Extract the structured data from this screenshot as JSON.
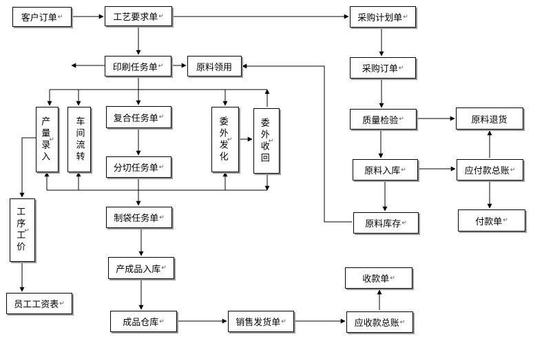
{
  "diagram": {
    "nodes": [
      {
        "id": "customer_order",
        "label": "客户订单",
        "mark": "↵"
      },
      {
        "id": "process_req",
        "label": "工艺要求单",
        "mark": "↵"
      },
      {
        "id": "purchase_plan",
        "label": "采购计划单",
        "mark": "↵"
      },
      {
        "id": "purchase_order",
        "label": "采购订单",
        "mark": "↵"
      },
      {
        "id": "print_task",
        "label": "印刷任务单",
        "mark": "↵"
      },
      {
        "id": "material_use",
        "label": "原料领用",
        "mark": ""
      },
      {
        "id": "output_entry",
        "label": "产量录入",
        "mark": "↵"
      },
      {
        "id": "workshop_transfer",
        "label": "车间流转",
        "mark": ""
      },
      {
        "id": "composite_task",
        "label": "复合任务单",
        "mark": "↵"
      },
      {
        "id": "outsource_send",
        "label": "委外发化",
        "mark": "↵"
      },
      {
        "id": "outsource_recv",
        "label": "委外收回",
        "mark": "↵"
      },
      {
        "id": "quality_check",
        "label": "质量检验",
        "mark": "↵"
      },
      {
        "id": "material_return",
        "label": "原料退货",
        "mark": ""
      },
      {
        "id": "slitting_task",
        "label": "分切任务单",
        "mark": "↵"
      },
      {
        "id": "material_in",
        "label": "原料入库",
        "mark": "↵"
      },
      {
        "id": "payables",
        "label": "应付款总账",
        "mark": "↵"
      },
      {
        "id": "piece_wage",
        "label": "工序工价",
        "mark": "↵"
      },
      {
        "id": "bag_task",
        "label": "制袋任务单",
        "mark": "↵"
      },
      {
        "id": "material_stock",
        "label": "原料库存",
        "mark": "↵"
      },
      {
        "id": "payment_voucher",
        "label": "付款单",
        "mark": "↵"
      },
      {
        "id": "product_in",
        "label": "产成品入库",
        "mark": "↵"
      },
      {
        "id": "receipt_voucher",
        "label": "收款单",
        "mark": "↵"
      },
      {
        "id": "payroll",
        "label": "员工工资表",
        "mark": "↵"
      },
      {
        "id": "finished_store",
        "label": "成品仓库",
        "mark": "↵"
      },
      {
        "id": "sales_delivery",
        "label": "销售发货单",
        "mark": "↵"
      },
      {
        "id": "receivables",
        "label": "应收款总账",
        "mark": "↵"
      }
    ],
    "edges": [
      {
        "from": "customer_order",
        "to": "process_req"
      },
      {
        "from": "process_req",
        "to": "purchase_plan"
      },
      {
        "from": "process_req",
        "to": "print_task"
      },
      {
        "from": "purchase_plan",
        "to": "purchase_order"
      },
      {
        "from": "purchase_order",
        "to": "quality_check"
      },
      {
        "from": "print_task",
        "to": "material_use"
      },
      {
        "from": "print_task",
        "to": "composite_task"
      },
      {
        "from": "print_task",
        "to": "output_entry"
      },
      {
        "from": "print_task",
        "to": "workshop_transfer"
      },
      {
        "from": "print_task",
        "to": "outsource_send"
      },
      {
        "from": "outsource_send",
        "to": "outsource_recv"
      },
      {
        "from": "outsource_recv",
        "to": "print_task"
      },
      {
        "from": "composite_task",
        "to": "slitting_task"
      },
      {
        "from": "slitting_task",
        "to": "bag_task"
      },
      {
        "from": "slitting_task",
        "to": "output_entry"
      },
      {
        "from": "slitting_task",
        "to": "workshop_transfer"
      },
      {
        "from": "slitting_task",
        "to": "outsource_send"
      },
      {
        "from": "outsource_recv",
        "to": "slitting_task"
      },
      {
        "from": "output_entry",
        "to": "piece_wage"
      },
      {
        "from": "piece_wage",
        "to": "payroll"
      },
      {
        "from": "bag_task",
        "to": "product_in"
      },
      {
        "from": "product_in",
        "to": "finished_store"
      },
      {
        "from": "finished_store",
        "to": "sales_delivery"
      },
      {
        "from": "sales_delivery",
        "to": "receivables"
      },
      {
        "from": "receivables",
        "to": "receipt_voucher"
      },
      {
        "from": "quality_check",
        "to": "material_return"
      },
      {
        "from": "quality_check",
        "to": "material_in"
      },
      {
        "from": "material_in",
        "to": "payables"
      },
      {
        "from": "payables",
        "to": "material_return"
      },
      {
        "from": "payables",
        "to": "payment_voucher"
      },
      {
        "from": "material_in",
        "to": "material_stock"
      },
      {
        "from": "material_stock",
        "to": "material_use"
      }
    ]
  }
}
